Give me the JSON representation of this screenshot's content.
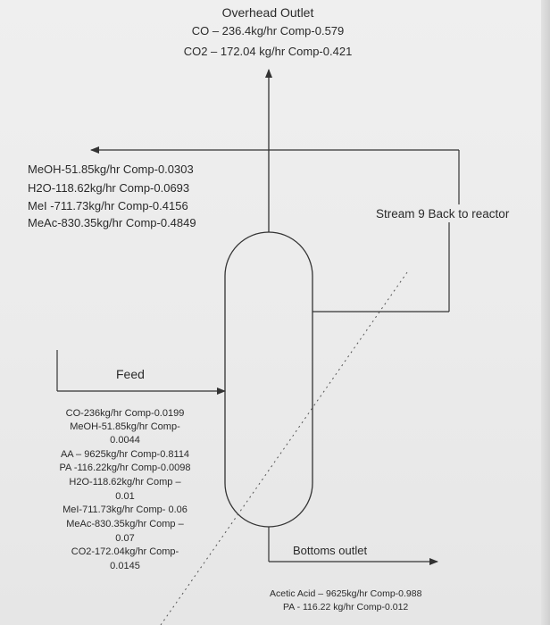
{
  "overhead": {
    "title": "Overhead Outlet",
    "lines": [
      "CO – 236.4kg/hr Comp-0.579",
      "CO2 – 172.04 kg/hr Comp-0.421"
    ]
  },
  "side_stream": {
    "lines": [
      "MeOH-51.85kg/hr Comp-0.0303",
      "H2O-118.62kg/hr Comp-0.0693",
      "MeI -711.73kg/hr Comp-0.4156",
      "MeAc-830.35kg/hr Comp-0.4849"
    ]
  },
  "recycle": {
    "label": "Stream 9 Back to reactor"
  },
  "feed": {
    "label": "Feed",
    "lines": [
      "CO-236kg/hr Comp-0.0199",
      "MeOH-51.85kg/hr Comp-",
      "0.0044",
      "AA – 9625kg/hr Comp-0.8114",
      "PA -116.22kg/hr Comp-0.0098",
      "H2O-118.62kg/hr Comp –",
      "0.01",
      "MeI-711.73kg/hr Comp- 0.06",
      "MeAc-830.35kg/hr Comp –",
      "0.07",
      "CO2-172.04kg/hr Comp-",
      "0.0145"
    ]
  },
  "bottoms": {
    "label": "Bottoms outlet",
    "lines": [
      "Acetic Acid – 9625kg/hr  Comp-0.988",
      "PA - 116.22 kg/hr  Comp-0.012"
    ]
  }
}
